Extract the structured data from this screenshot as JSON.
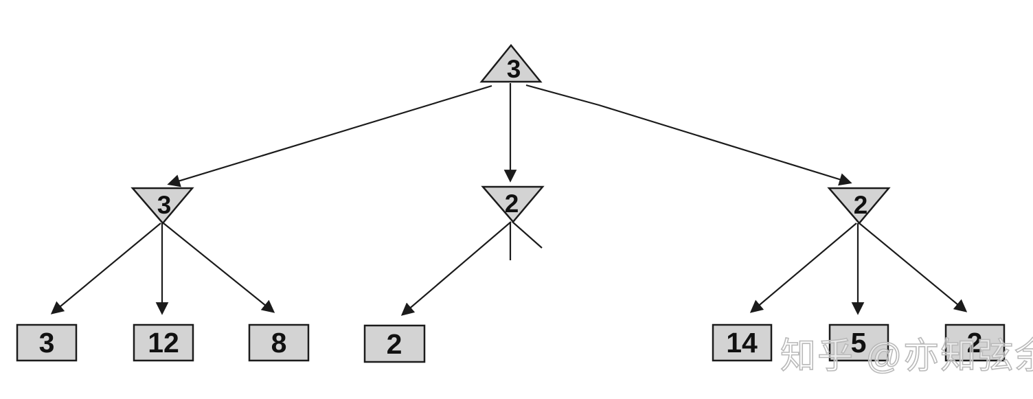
{
  "diagram": {
    "type": "game-tree-minimax",
    "root": {
      "shape": "triangle-up",
      "value": "3"
    },
    "min_nodes": [
      {
        "shape": "triangle-down",
        "value": "3"
      },
      {
        "shape": "triangle-down",
        "value": "2"
      },
      {
        "shape": "triangle-down",
        "value": "2"
      }
    ],
    "leaves": {
      "left": [
        "3",
        "12",
        "8"
      ],
      "middle": [
        "2"
      ],
      "right": [
        "14",
        "5",
        "2"
      ]
    },
    "pruned_branch_count_middle": 2
  },
  "watermark": {
    "text": "知乎 @亦知弦余"
  },
  "colors": {
    "node_fill": "#d3d3d3",
    "node_stroke": "#1b1b1b",
    "background": "#ffffff",
    "watermark": "#b9b9b9"
  }
}
